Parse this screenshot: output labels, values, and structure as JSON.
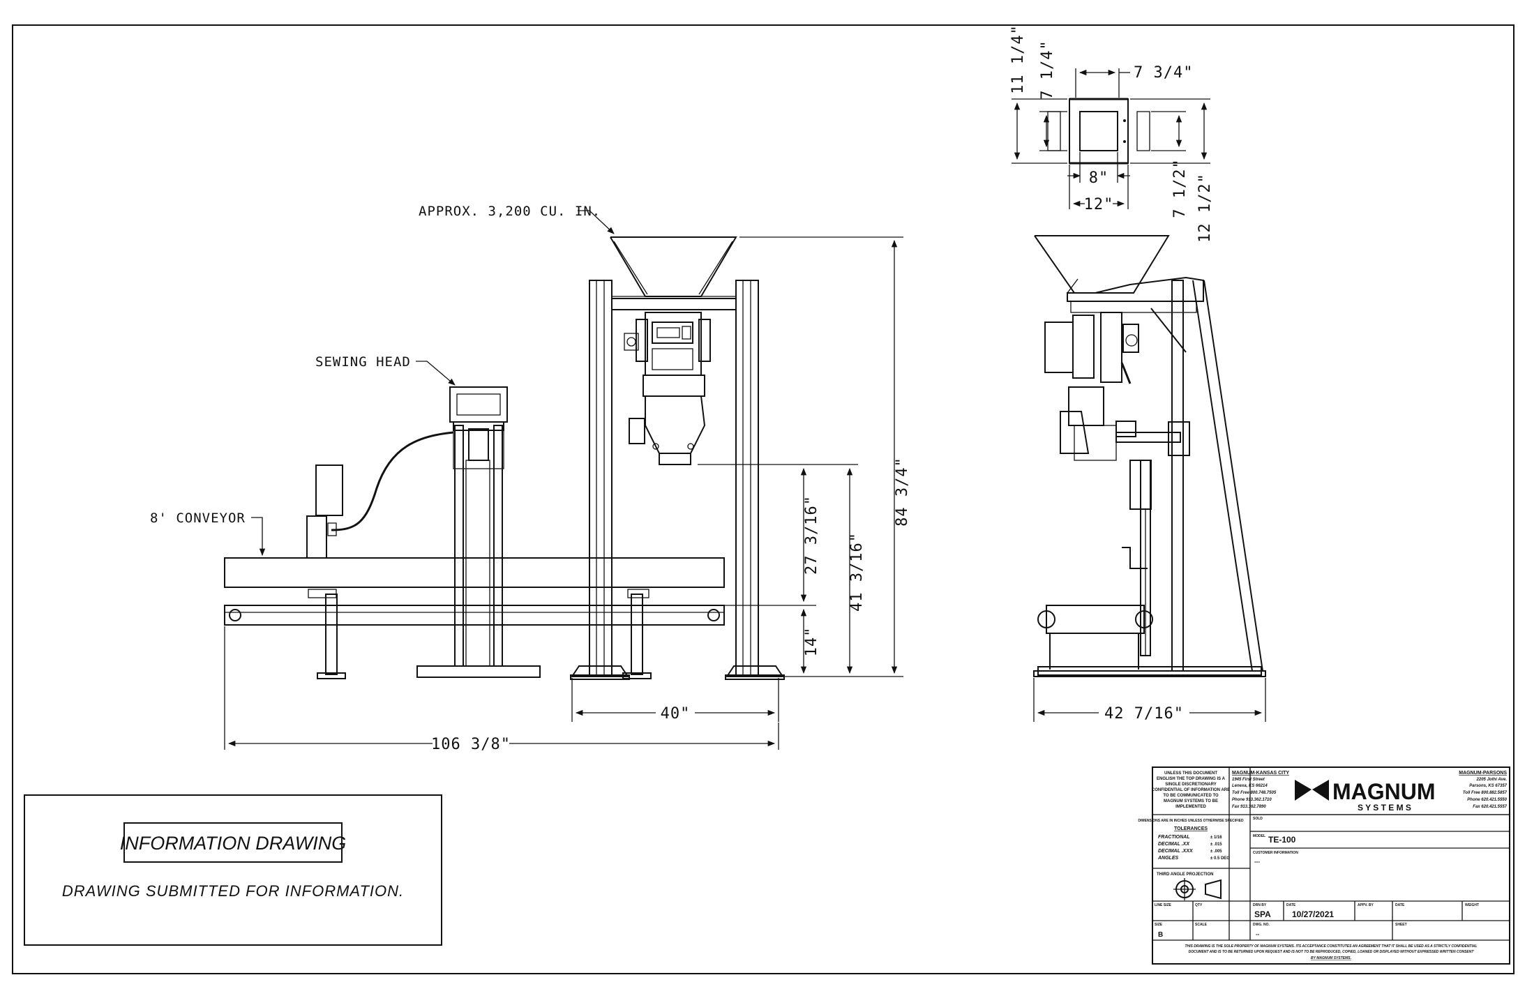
{
  "front_view": {
    "callout_hopper": "APPROX. 3,200 CU. IN.",
    "callout_sewing_head": "SEWING HEAD",
    "callout_conveyor": "8' CONVEYOR",
    "dim_overall_height": "84 3/4\"",
    "dim_spout_height": "41 3/16\"",
    "dim_clearance": "27 3/16\"",
    "dim_conveyor_height": "14\"",
    "dim_frame_width": "40\"",
    "dim_overall_length": "106 3/8\""
  },
  "side_view": {
    "dim_depth": "42 7/16\""
  },
  "top_view": {
    "dim_outer_height": "11 1/4\"",
    "dim_inner_height": "7 1/4\"",
    "dim_inner_width": "7 3/4\"",
    "dim_opening_width": "8\"",
    "dim_overall_width": "12\"",
    "dim_depth_inner": "7 1/2\"",
    "dim_depth_outer": "12 1/2\""
  },
  "info_box": {
    "title": "INFORMATION DRAWING",
    "subtitle": "DRAWING SUBMITTED FOR INFORMATION."
  },
  "title_block": {
    "notice_lines": [
      "UNLESS THIS DOCUMENT",
      "ENGLISH THE TOP DRAWING IS A",
      "SINGLE DISCRETIONARY",
      "CONFIDENTIAL OF INFORMATION ARE",
      "TO BE COMMUNICATED TO",
      "MAGNUM SYSTEMS TO BE",
      "IMPLEMENTED"
    ],
    "office_left_name": "MAGNUM-KANSAS CITY",
    "office_left_lines": [
      "1945 First Street",
      "Lenexa, KS 66214",
      "Toll Free 800.748.7505",
      "Phone 913.362.1710",
      "Fax 913.362.7890"
    ],
    "logo_text": "MAGNUM",
    "logo_sub": "S Y S T E M S",
    "office_right_name": "MAGNUM-PARSONS",
    "office_right_lines": [
      "2205 Jothi Ave.",
      "Parsons, KS 67357",
      "Toll Free 800.882.5857",
      "Phone 620.421.5550",
      "Fax 620.421.5557"
    ],
    "tolerance_header": "DIMENSIONS ARE IN INCHES UNLESS OTHERWISE SPECIFIED",
    "tolerance_title": "TOLERANCES",
    "tolerances": [
      {
        "name": "FRACTIONAL",
        "value": "± 1/16"
      },
      {
        "name": "DECIMAL .XX",
        "value": "± .015"
      },
      {
        "name": "DECIMAL .XXX",
        "value": "± .005"
      },
      {
        "name": "ANGLES",
        "value": "± 0.5 DEG"
      }
    ],
    "projection_label": "THIRD ANGLE PROJECTION",
    "sold_label": "SOLD",
    "model_label": "MODEL",
    "model_value": "TE-100",
    "customer_label": "CUSTOMER INFORMATION",
    "customer_value": "---",
    "drawn_by_label": "DRN BY",
    "drawn_by_value": "SPA",
    "date_label": "DATE",
    "date_value": "10/27/2021",
    "appv_label": "APPV. BY",
    "date2_label": "DATE",
    "weight_label": "WEIGHT",
    "size_label": "SIZE",
    "size_value": "B",
    "scale_label": "SCALE",
    "line_size_label": "LINE SIZE",
    "qty_label": "QTY",
    "dwg_no_label": "DWG. NO.",
    "dwg_no_value": "--",
    "sheet_label": "SHEET",
    "footer_lines": [
      "THIS DRAWING IS THE SOLE PROPERTY OF MAGNUM SYSTEMS. ITS ACCEPTANCE CONSTITUTES AN AGREEMENT THAT IT SHALL BE USED AS A STRICTLY CONFIDENTIAL",
      "DOCUMENT AND IS TO BE RETURNED UPON REQUEST AND IS NOT TO BE REPRODUCED, COPIED, LOANED OR DISPLAYED WITHOUT EXPRESSED WRITTEN CONSENT",
      "BY MAGNUM SYSTEMS."
    ]
  }
}
